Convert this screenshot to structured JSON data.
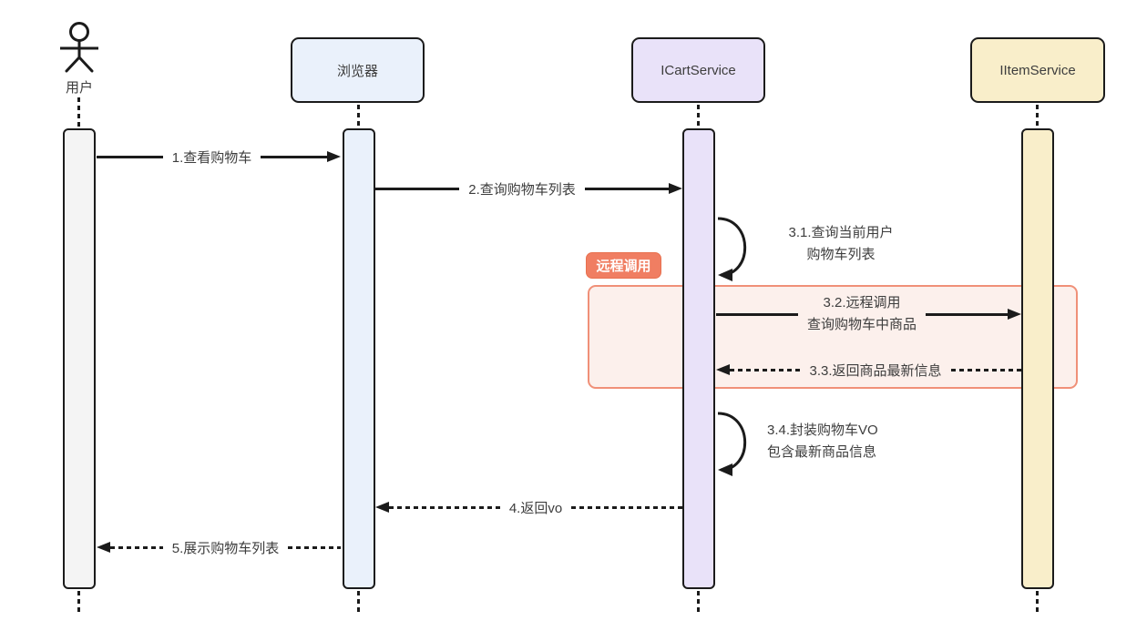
{
  "participants": {
    "user": {
      "label": "用户",
      "type": "actor"
    },
    "browser": {
      "label": "浏览器",
      "type": "participant",
      "fill": "#EAF1FB"
    },
    "cart_service": {
      "label": "ICartService",
      "type": "participant",
      "fill": "#E9E2F9"
    },
    "item_service": {
      "label": "IItemService",
      "type": "participant",
      "fill": "#F9EECA"
    }
  },
  "messages": {
    "m1": {
      "label": "1.查看购物车",
      "from": "用户",
      "to": "浏览器",
      "style": "solid-arrow"
    },
    "m2": {
      "label": "2.查询购物车列表",
      "from": "浏览器",
      "to": "ICartService",
      "style": "solid-arrow"
    },
    "m3_1": {
      "line1": "3.1.查询当前用户",
      "line2": "购物车列表",
      "from": "ICartService",
      "to": "ICartService",
      "style": "self-call"
    },
    "m3_2": {
      "line1": "3.2.远程调用",
      "line2": "查询购物车中商品",
      "from": "ICartService",
      "to": "IItemService",
      "style": "solid-arrow"
    },
    "m3_3": {
      "label": "3.3.返回商品最新信息",
      "from": "IItemService",
      "to": "ICartService",
      "style": "dashed-arrow"
    },
    "m3_4": {
      "line1": "3.4.封装购物车VO",
      "line2": "包含最新商品信息",
      "from": "ICartService",
      "to": "ICartService",
      "style": "self-call"
    },
    "m4": {
      "label": "4.返回vo",
      "from": "ICartService",
      "to": "浏览器",
      "style": "dashed-arrow"
    },
    "m5": {
      "label": "5.展示购物车列表",
      "from": "浏览器",
      "to": "用户",
      "style": "dashed-arrow"
    }
  },
  "fragment": {
    "badge_label": "远程调用",
    "fill": "#FCF0EC",
    "border": "#F09078",
    "badge_fill": "#F07E62"
  },
  "colors": {
    "line": "#1b1b1b",
    "text": "#3d3d3d",
    "user_bar": "#F4F4F4",
    "browser_fill": "#EAF1FB",
    "cart_fill": "#E9E2F9",
    "item_fill": "#F9EECA"
  }
}
